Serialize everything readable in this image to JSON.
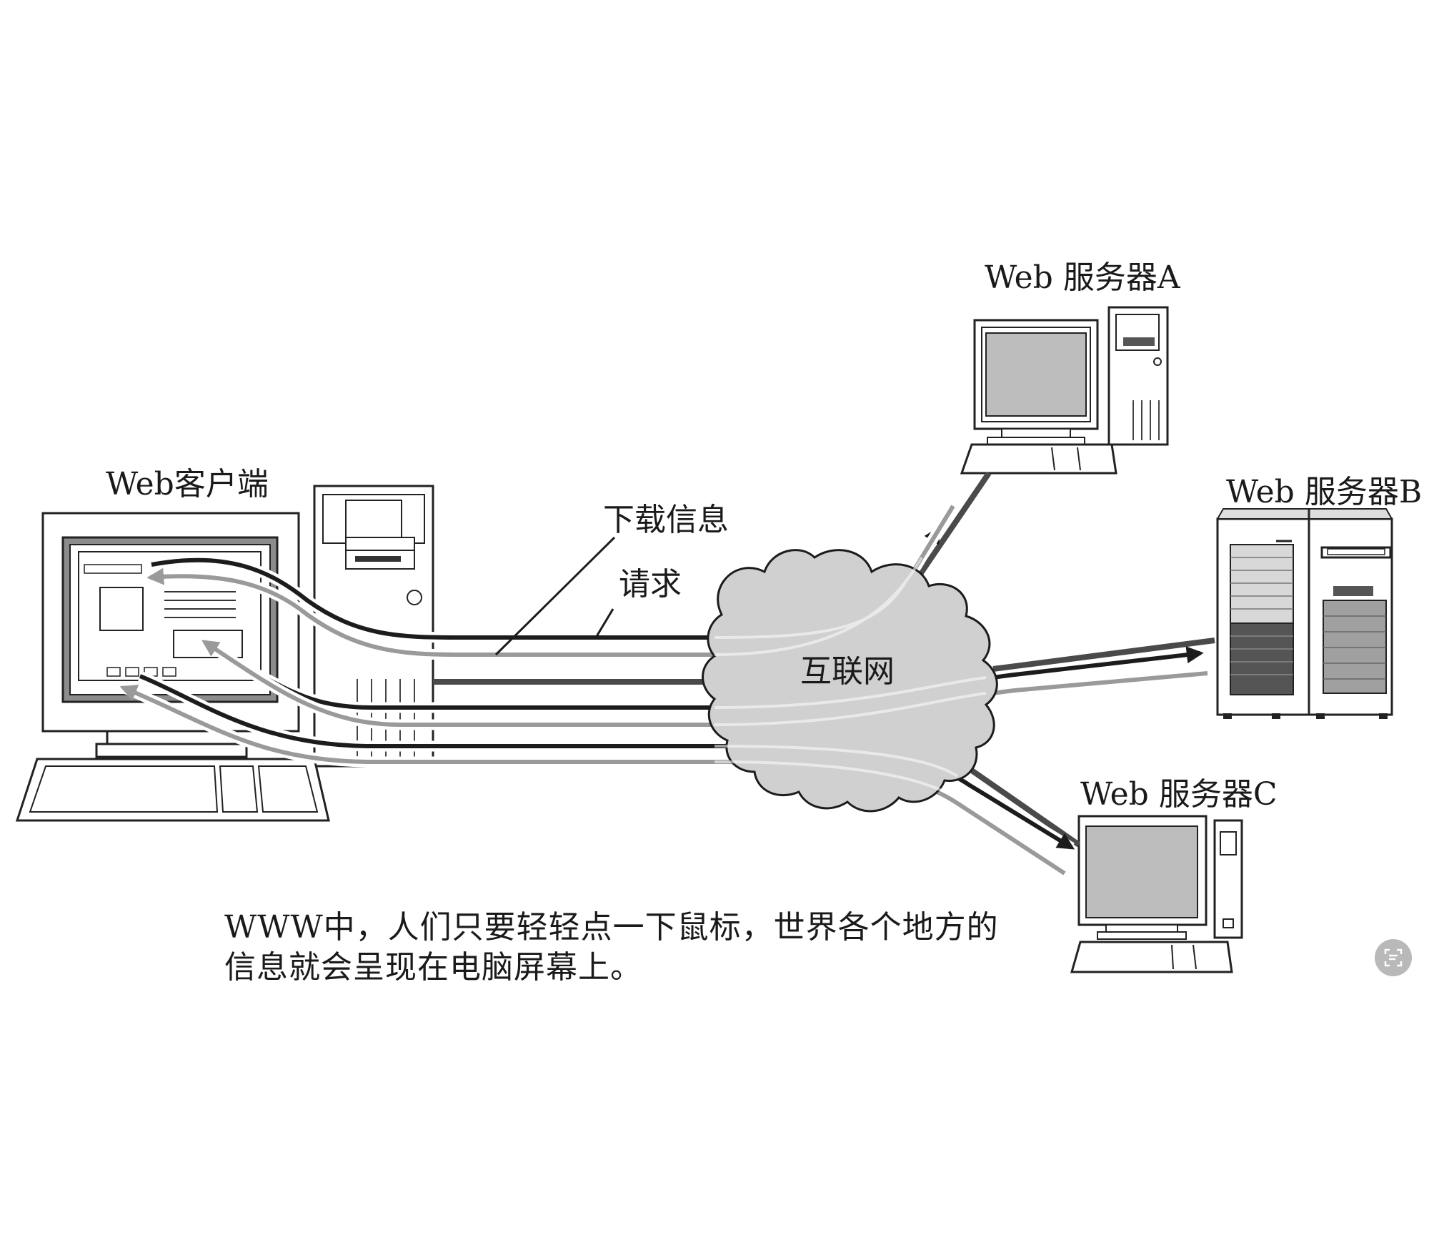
{
  "diagram": {
    "client_label": "Web客户端",
    "server_a_label": "Web 服务器A",
    "server_b_label": "Web 服务器B",
    "server_c_label": "Web 服务器C",
    "download_label": "下载信息",
    "request_label": "请求",
    "internet_label": "互联网",
    "caption_line1": "WWW中，人们只要轻轻点一下鼠标，世界各个地方的",
    "caption_line2": "信息就会呈现在电脑屏幕上。"
  },
  "colors": {
    "line_dark": "#1c1c1c",
    "line_mid": "#4a4a4a",
    "line_light": "#9a9a9a",
    "cloud_fill": "#d0d0d0",
    "screen_fill": "#b8b8b8"
  },
  "icons": {
    "scan_button": "text-scan-icon"
  }
}
